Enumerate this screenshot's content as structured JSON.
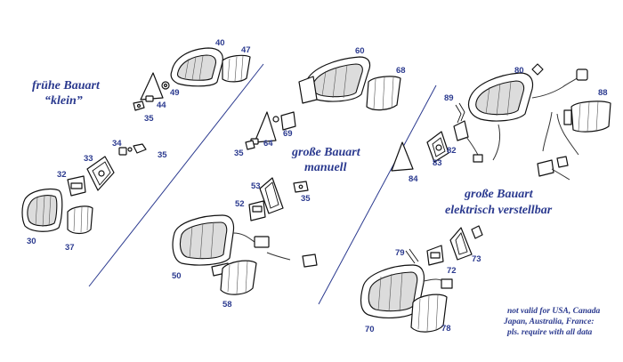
{
  "sections": {
    "early_small": {
      "line1": "frühe Bauart",
      "line2": "“klein”"
    },
    "large_manual": {
      "line1": "große Bauart",
      "line2": "manuell"
    },
    "large_electric": {
      "line1": "große Bauart",
      "line2": "elektrisch verstellbar"
    }
  },
  "note": {
    "line1": "not valid for USA, Canada",
    "line2": "Japan, Australia, France:",
    "line3": "pls. require with all data"
  },
  "part_numbers": {
    "p40": "40",
    "p47": "47",
    "p49": "49",
    "p44": "44",
    "p35a": "35",
    "p34": "34",
    "p35b": "35",
    "p33": "33",
    "p32": "32",
    "p30": "30",
    "p37": "37",
    "p60": "60",
    "p68": "68",
    "p69": "69",
    "p64": "64",
    "p35c": "35",
    "p53": "53",
    "p52": "52",
    "p35d": "35",
    "p50": "50",
    "p58": "58",
    "p80": "80",
    "p88": "88",
    "p89": "89",
    "p82": "82",
    "p83": "83",
    "p84": "84",
    "p79": "79",
    "p72": "72",
    "p73": "73",
    "p70": "70",
    "p78": "78"
  },
  "colors": {
    "label_blue": "#2b3a8f",
    "line_art": "#111111"
  }
}
